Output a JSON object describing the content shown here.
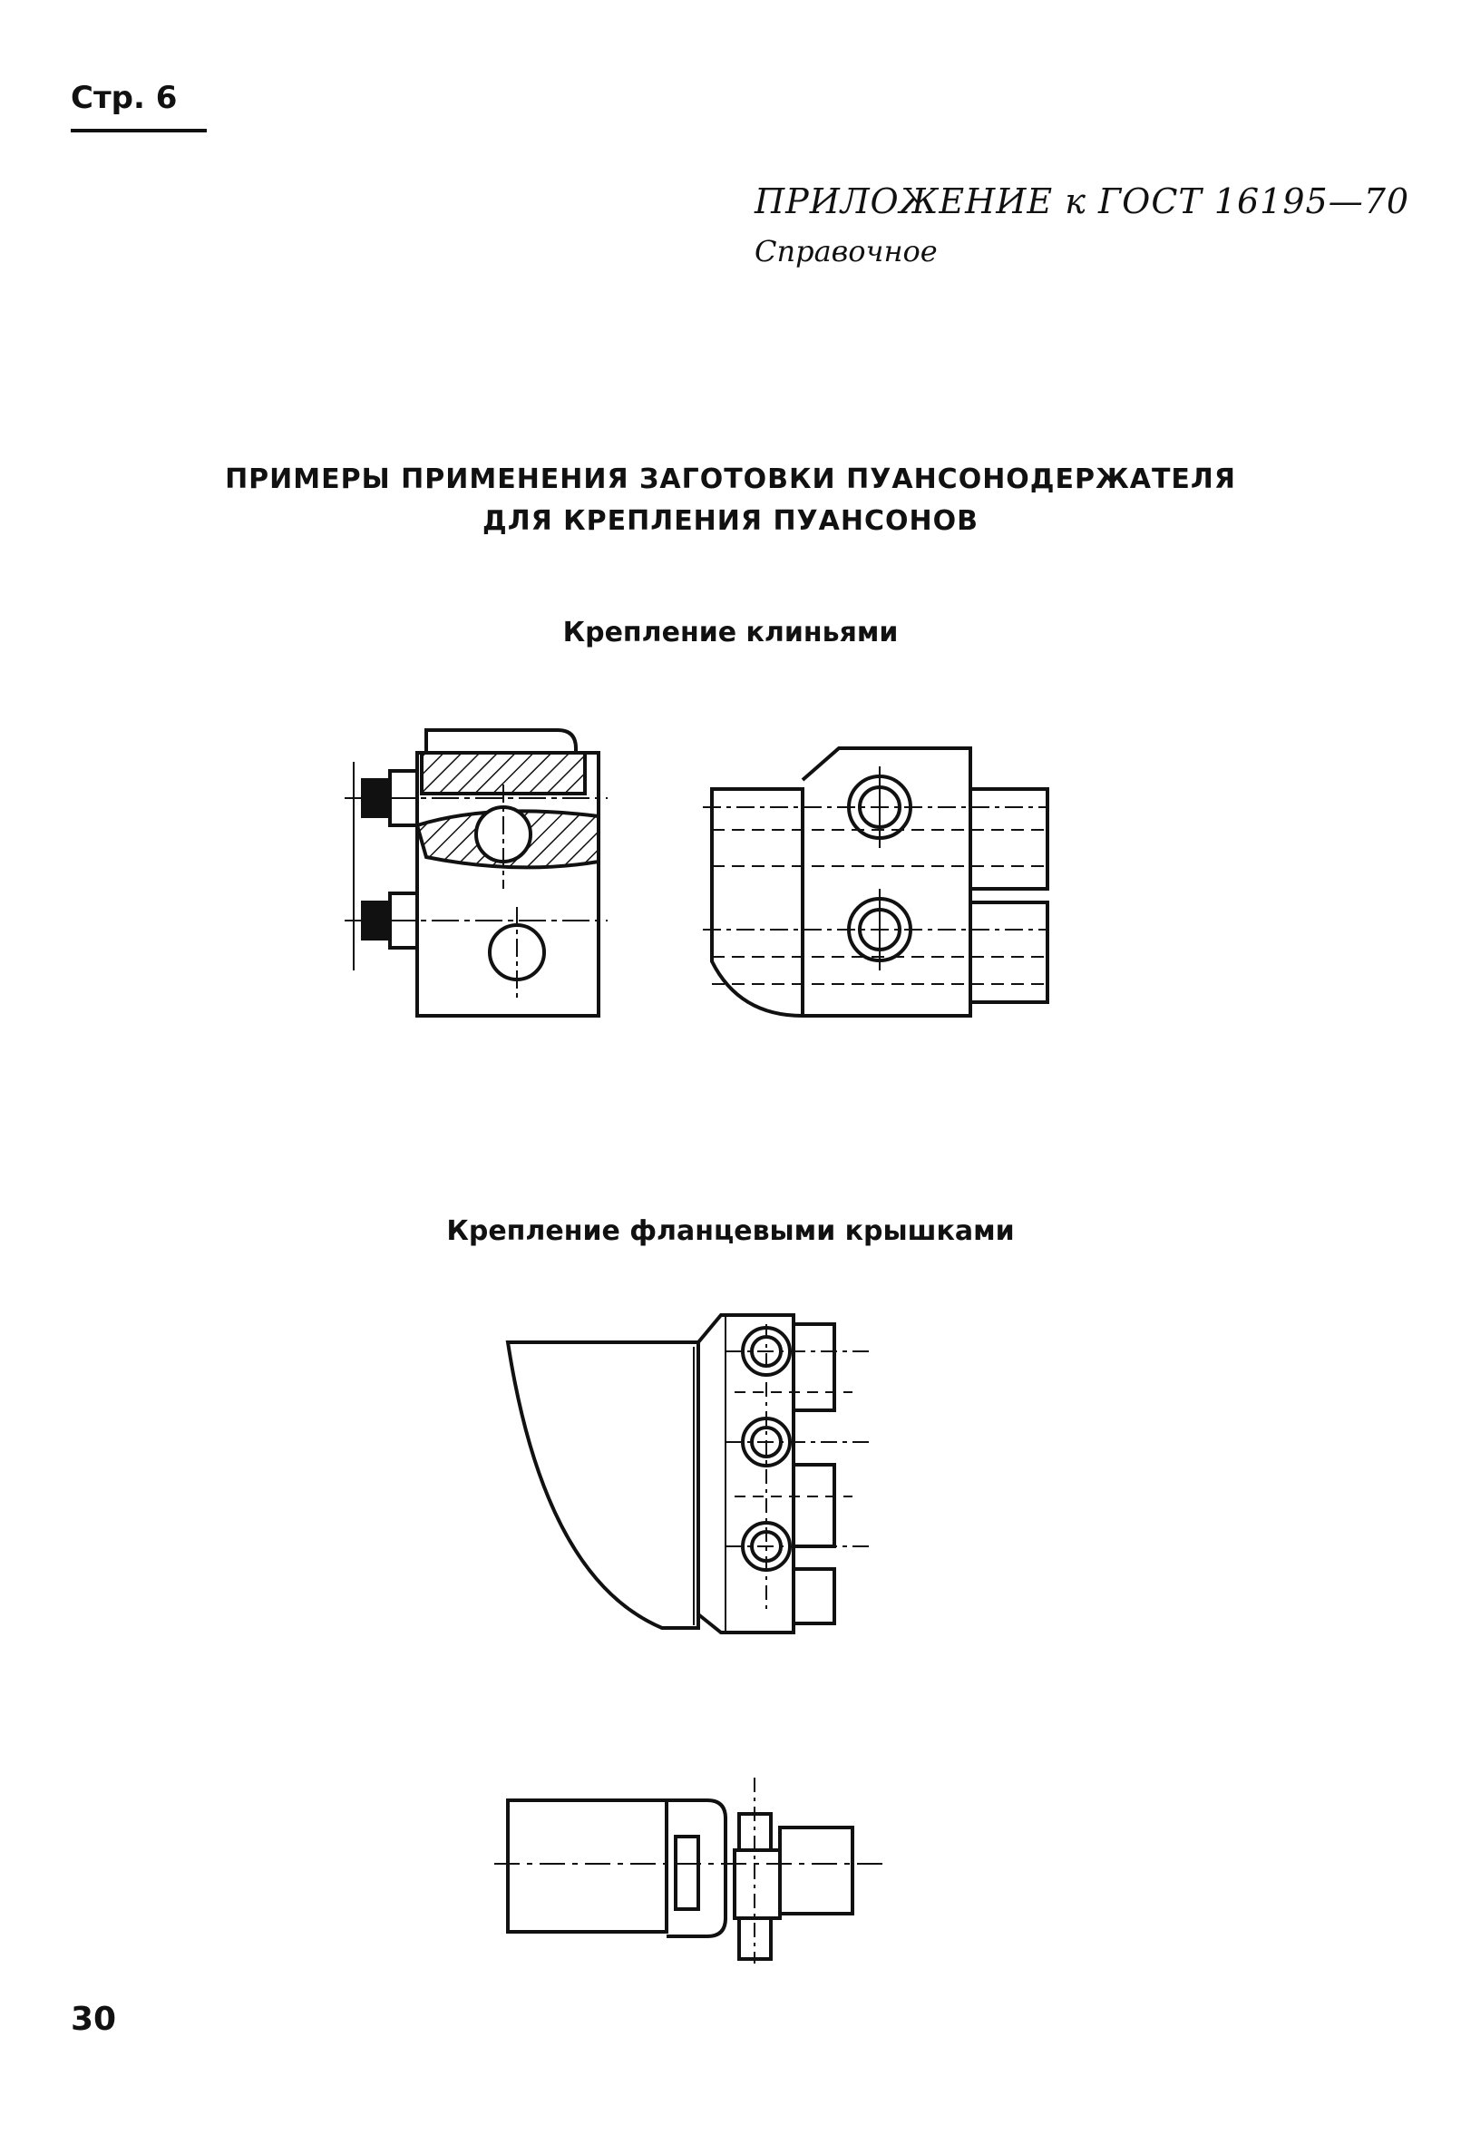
{
  "header": {
    "page_label": "Стр. 6",
    "appendix": "ПРИЛОЖЕНИЕ к ГОСТ 16195—70",
    "appendix_type": "Справочное"
  },
  "title": {
    "line1": "ПРИМЕРЫ ПРИМЕНЕНИЯ ЗАГОТОВКИ ПУАНСОНОДЕРЖАТЕЛЯ",
    "line2": "ДЛЯ КРЕПЛЕНИЯ ПУАНСОНОВ"
  },
  "sections": [
    {
      "caption": "Крепление клиньями"
    },
    {
      "caption": "Крепление фланцевыми крышками"
    }
  ],
  "footer": {
    "page_number": "30"
  }
}
